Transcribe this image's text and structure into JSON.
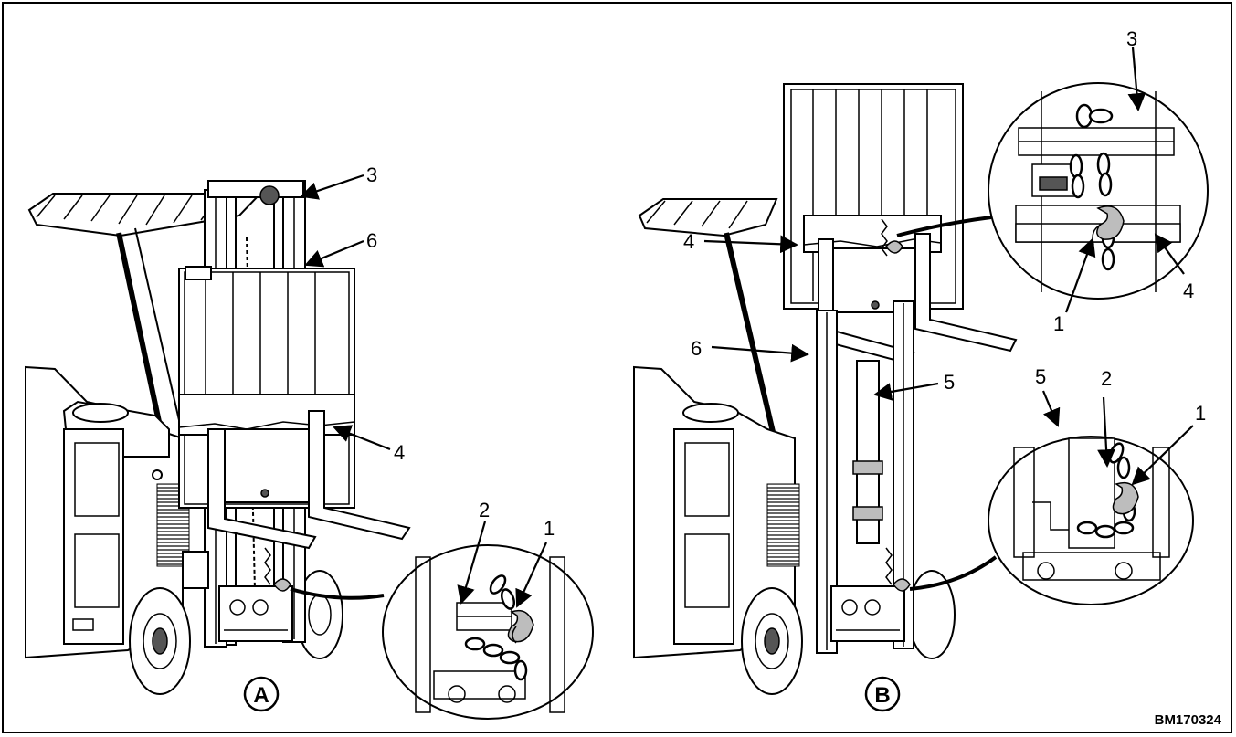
{
  "figure_code": "BM170324",
  "panels": [
    {
      "id": "A",
      "label": "A"
    },
    {
      "id": "B",
      "label": "B"
    }
  ],
  "callouts_a": {
    "c1": "1",
    "c2": "2",
    "c3": "3",
    "c4": "4",
    "c6": "6"
  },
  "callouts_b": {
    "c1_top": "1",
    "c1_bottom": "1",
    "c2": "2",
    "c3": "3",
    "c4_left": "4",
    "c4_detail": "4",
    "c5_mast": "5",
    "c5_detail": "5",
    "c6": "6"
  },
  "colors": {
    "line": "#000000",
    "background": "#ffffff",
    "shade": "#bdbdbd"
  }
}
